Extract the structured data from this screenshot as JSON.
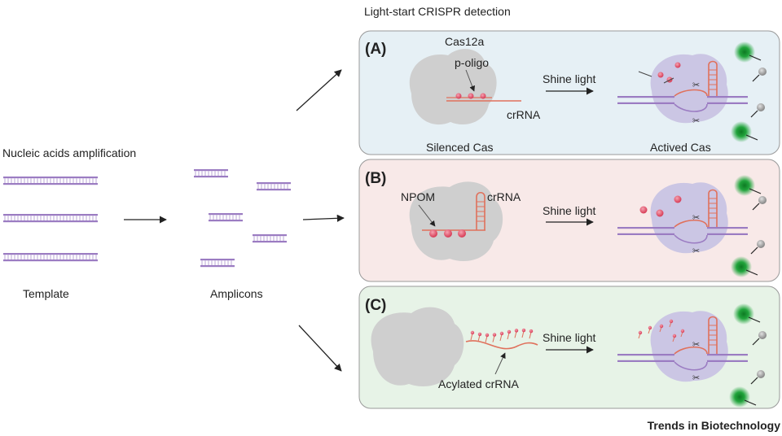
{
  "header": {
    "title": "Light-start CRISPR detection"
  },
  "left": {
    "title": "Nucleic acids amplification",
    "template_label": "Template",
    "amplicons_label": "Amplicons"
  },
  "panels": [
    {
      "tag": "(A)",
      "labels": {
        "cas": "Cas12a",
        "poligo": "p-oligo",
        "crrna": "crRNA",
        "silenced": "Silenced Cas",
        "actived": "Actived Cas"
      },
      "action": "Shine light",
      "color": "#e6f0f5"
    },
    {
      "tag": "(B)",
      "labels": {
        "npom": "NPOM",
        "crrna": "crRNA"
      },
      "action": "Shine light",
      "color": "#f8e9e8"
    },
    {
      "tag": "(C)",
      "labels": {
        "acylated": "Acylated crRNA"
      },
      "action": "Shine light",
      "color": "#e7f3e7"
    }
  ],
  "footer": {
    "brand": "Trends in Biotechnology"
  },
  "colors": {
    "dna": "#9b7cc2",
    "rna": "#e0715c",
    "cas_gray": "#cfcfcf",
    "cas_purple": "#cbc6e4",
    "glow": "#1fa33a",
    "dot": "#e2506a",
    "panel_border": "#9a9a9a"
  },
  "icons": [
    "arrow-icon",
    "scissors-icon",
    "fluorophore-icon",
    "quencher-icon"
  ]
}
